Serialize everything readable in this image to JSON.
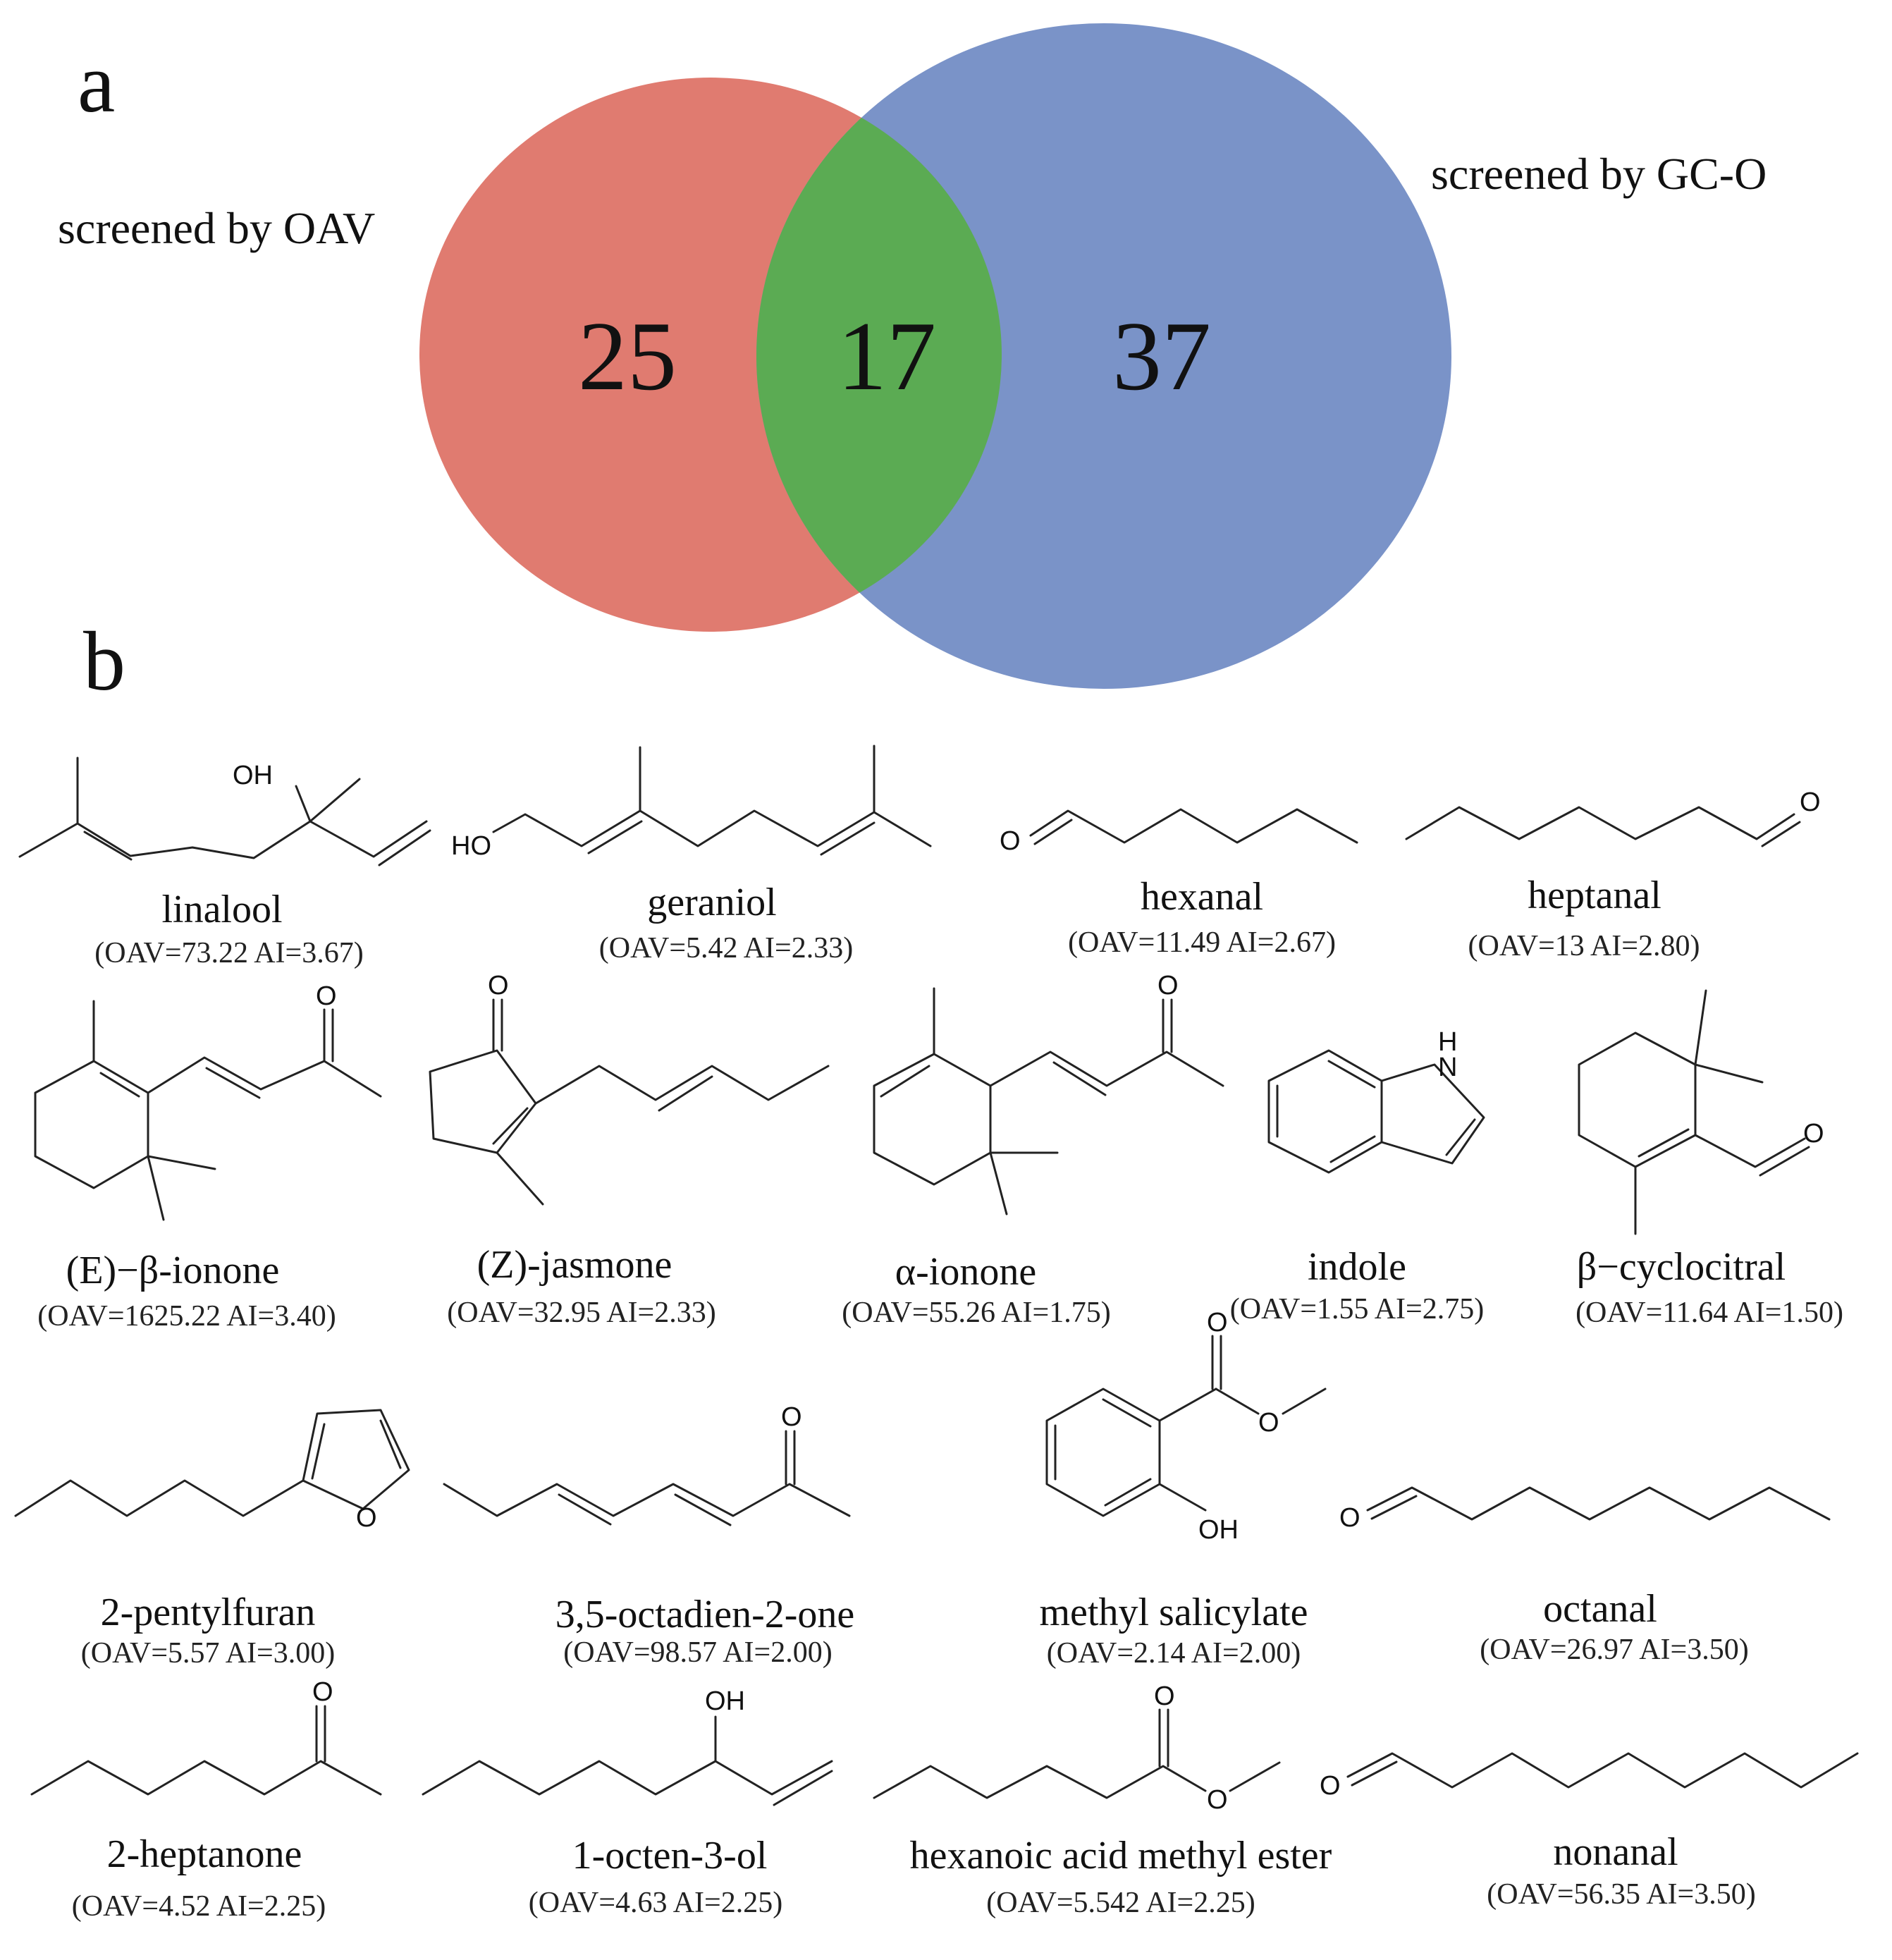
{
  "panel_a": {
    "letter": "a",
    "left_label": "screened by OAV",
    "right_label": "screened by GC-O",
    "colors": {
      "oav": "#e07b70",
      "gco": "#7a93c8",
      "overlap": "#5bab53"
    },
    "counts": {
      "oav_only": "25",
      "both": "17",
      "gco_only": "37"
    }
  },
  "panel_b": {
    "letter": "b",
    "compounds": [
      {
        "name": "linalool",
        "values": "(OAV=73.22 AI=3.67)",
        "atoms": [
          "OH"
        ]
      },
      {
        "name": "geraniol",
        "values": "(OAV=5.42 AI=2.33)",
        "atoms": [
          "HO"
        ]
      },
      {
        "name": "hexanal",
        "values": "(OAV=11.49 AI=2.67)",
        "atoms": [
          "O"
        ]
      },
      {
        "name": "heptanal",
        "values": "(OAV=13 AI=2.80)",
        "atoms": [
          "O"
        ]
      },
      {
        "name": "(E)−β-ionone",
        "values": "(OAV=1625.22 AI=3.40)",
        "atoms": [
          "O"
        ]
      },
      {
        "name": "(Z)-jasmone",
        "values": "(OAV=32.95 AI=2.33)",
        "atoms": [
          "O"
        ]
      },
      {
        "name": "α-ionone",
        "values": "(OAV=55.26 AI=1.75)",
        "atoms": [
          "O"
        ]
      },
      {
        "name": "indole",
        "values": "(OAV=1.55 AI=2.75)",
        "atoms": [
          "H",
          "N"
        ]
      },
      {
        "name": "β−cyclocitral",
        "values": "(OAV=11.64 AI=1.50)",
        "atoms": [
          "O"
        ]
      },
      {
        "name": "2-pentylfuran",
        "values": "(OAV=5.57 AI=3.00)",
        "atoms": [
          "O"
        ]
      },
      {
        "name": "3,5-octadien-2-one",
        "values": "(OAV=98.57 AI=2.00)",
        "atoms": [
          "O"
        ]
      },
      {
        "name": "methyl salicylate",
        "values": "(OAV=2.14 AI=2.00)",
        "atoms": [
          "O",
          "O",
          "OH"
        ]
      },
      {
        "name": "octanal",
        "values": "(OAV=26.97 AI=3.50)",
        "atoms": [
          "O"
        ]
      },
      {
        "name": "2-heptanone",
        "values": "(OAV=4.52 AI=2.25)",
        "atoms": [
          "O"
        ]
      },
      {
        "name": "1-octen-3-ol",
        "values": "(OAV=4.63 AI=2.25)",
        "atoms": [
          "OH"
        ]
      },
      {
        "name": "hexanoic acid methyl ester",
        "values": "(OAV=5.542 AI=2.25)",
        "atoms": [
          "O",
          "O"
        ]
      },
      {
        "name": "nonanal",
        "values": "(OAV=56.35 AI=3.50)",
        "atoms": [
          "O"
        ]
      }
    ]
  }
}
